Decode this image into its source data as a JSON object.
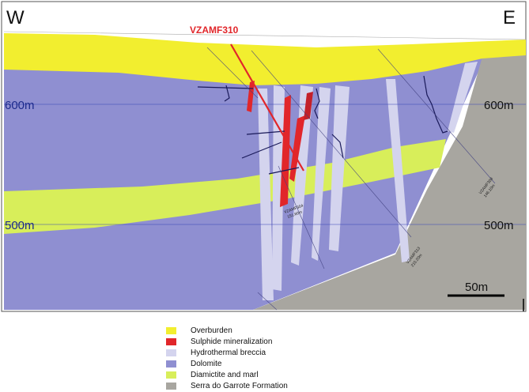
{
  "section": {
    "west_label": "W",
    "east_label": "E",
    "drillhole_name": "VZAMF310",
    "depth_labels": {
      "left_600": "600m",
      "left_500": "500m",
      "right_600": "600m",
      "right_500": "500m"
    },
    "scale_label": "50m",
    "small_labels": {
      "hole_a": "VZAMF308",
      "hole_a_depth": "146.10m",
      "hole_b": "VZAMF313",
      "hole_b_depth": "215.20m",
      "hole_c": "VZAMF304",
      "hole_c_depth": "151.60m"
    }
  },
  "legend": [
    {
      "label": "Overburden",
      "color": "#f2ee2f"
    },
    {
      "label": "Sulphide mineralization",
      "color": "#e1262a"
    },
    {
      "label": "Hydrothermal breccia",
      "color": "#d4d4ee"
    },
    {
      "label": "Dolomite",
      "color": "#8f8fd1"
    },
    {
      "label": "Diamictite and marl",
      "color": "#d8ee5a"
    },
    {
      "label": "Serra do Garrote Formation",
      "color": "#a8a6a0"
    }
  ],
  "colors": {
    "overburden": "#f2ee2f",
    "sulphide": "#e1262a",
    "breccia": "#d4d4ee",
    "dolomite": "#8f8fd1",
    "diamictite": "#d8ee5a",
    "serra_do_garrote": "#a8a6a0",
    "depth_line": "#3a47b8",
    "depth_label": "#1c2a8c",
    "drillhole": "#e1262a"
  }
}
